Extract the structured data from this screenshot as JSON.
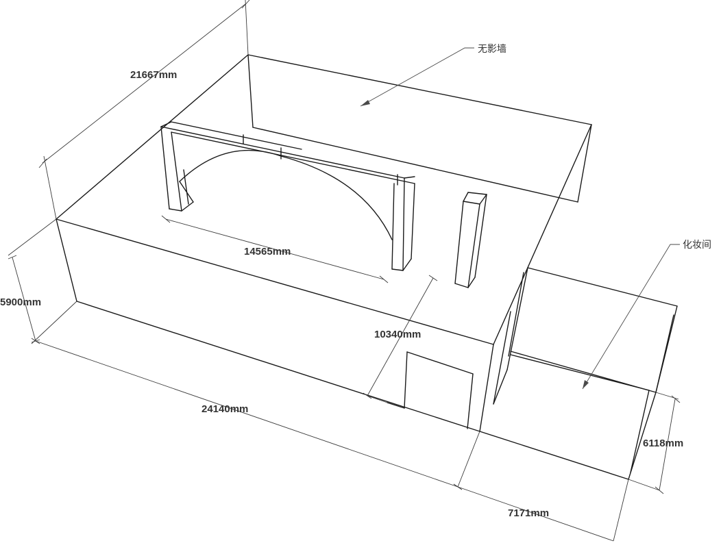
{
  "labels": {
    "cyclorama_wall": "无影墙",
    "dressing_room": "化妆间"
  },
  "dimensions": {
    "length_top": "21667mm",
    "height": "5900mm",
    "length_front": "24140mm",
    "arch_span": "14565mm",
    "depth": "10340mm",
    "room_length": "7171mm",
    "room_depth": "6118mm"
  }
}
